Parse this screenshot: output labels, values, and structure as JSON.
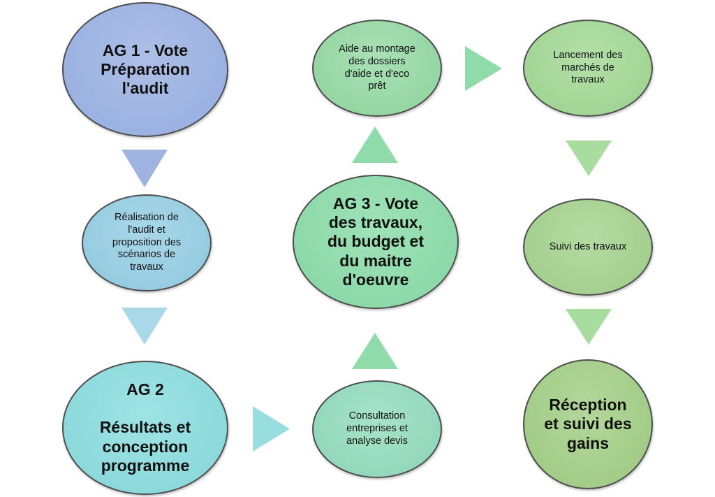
{
  "nodes": {
    "ag1": "AG 1 - Vote\nPréparation\nl'audit",
    "realisation": "Réalisation de\nl'audit et\nproposition des\nscénarios de\ntravaux",
    "ag2": "AG  2\n\nRésultats et\nconception\nprogramme",
    "consultation": "Consultation\nentreprises et\nanalyse devis",
    "ag3": "AG 3 - Vote\ndes travaux,\ndu budget et\ndu maitre\nd'oeuvre",
    "aide": "Aide au montage\ndes dossiers\nd'aide et d'eco\nprêt",
    "lancement": "Lancement des\nmarchés de\ntravaux",
    "suivi": "Suivi des travaux",
    "reception": "Réception\net suivi des\ngains"
  },
  "colors": {
    "arrow_blue": "#9eb3df",
    "arrow_lightblue": "#a9d8e8",
    "arrow_teal": "#99dede",
    "arrow_green": "#8fdcaa",
    "arrow_lightgreen": "#a9dda0",
    "border": "#4d4d4d"
  }
}
